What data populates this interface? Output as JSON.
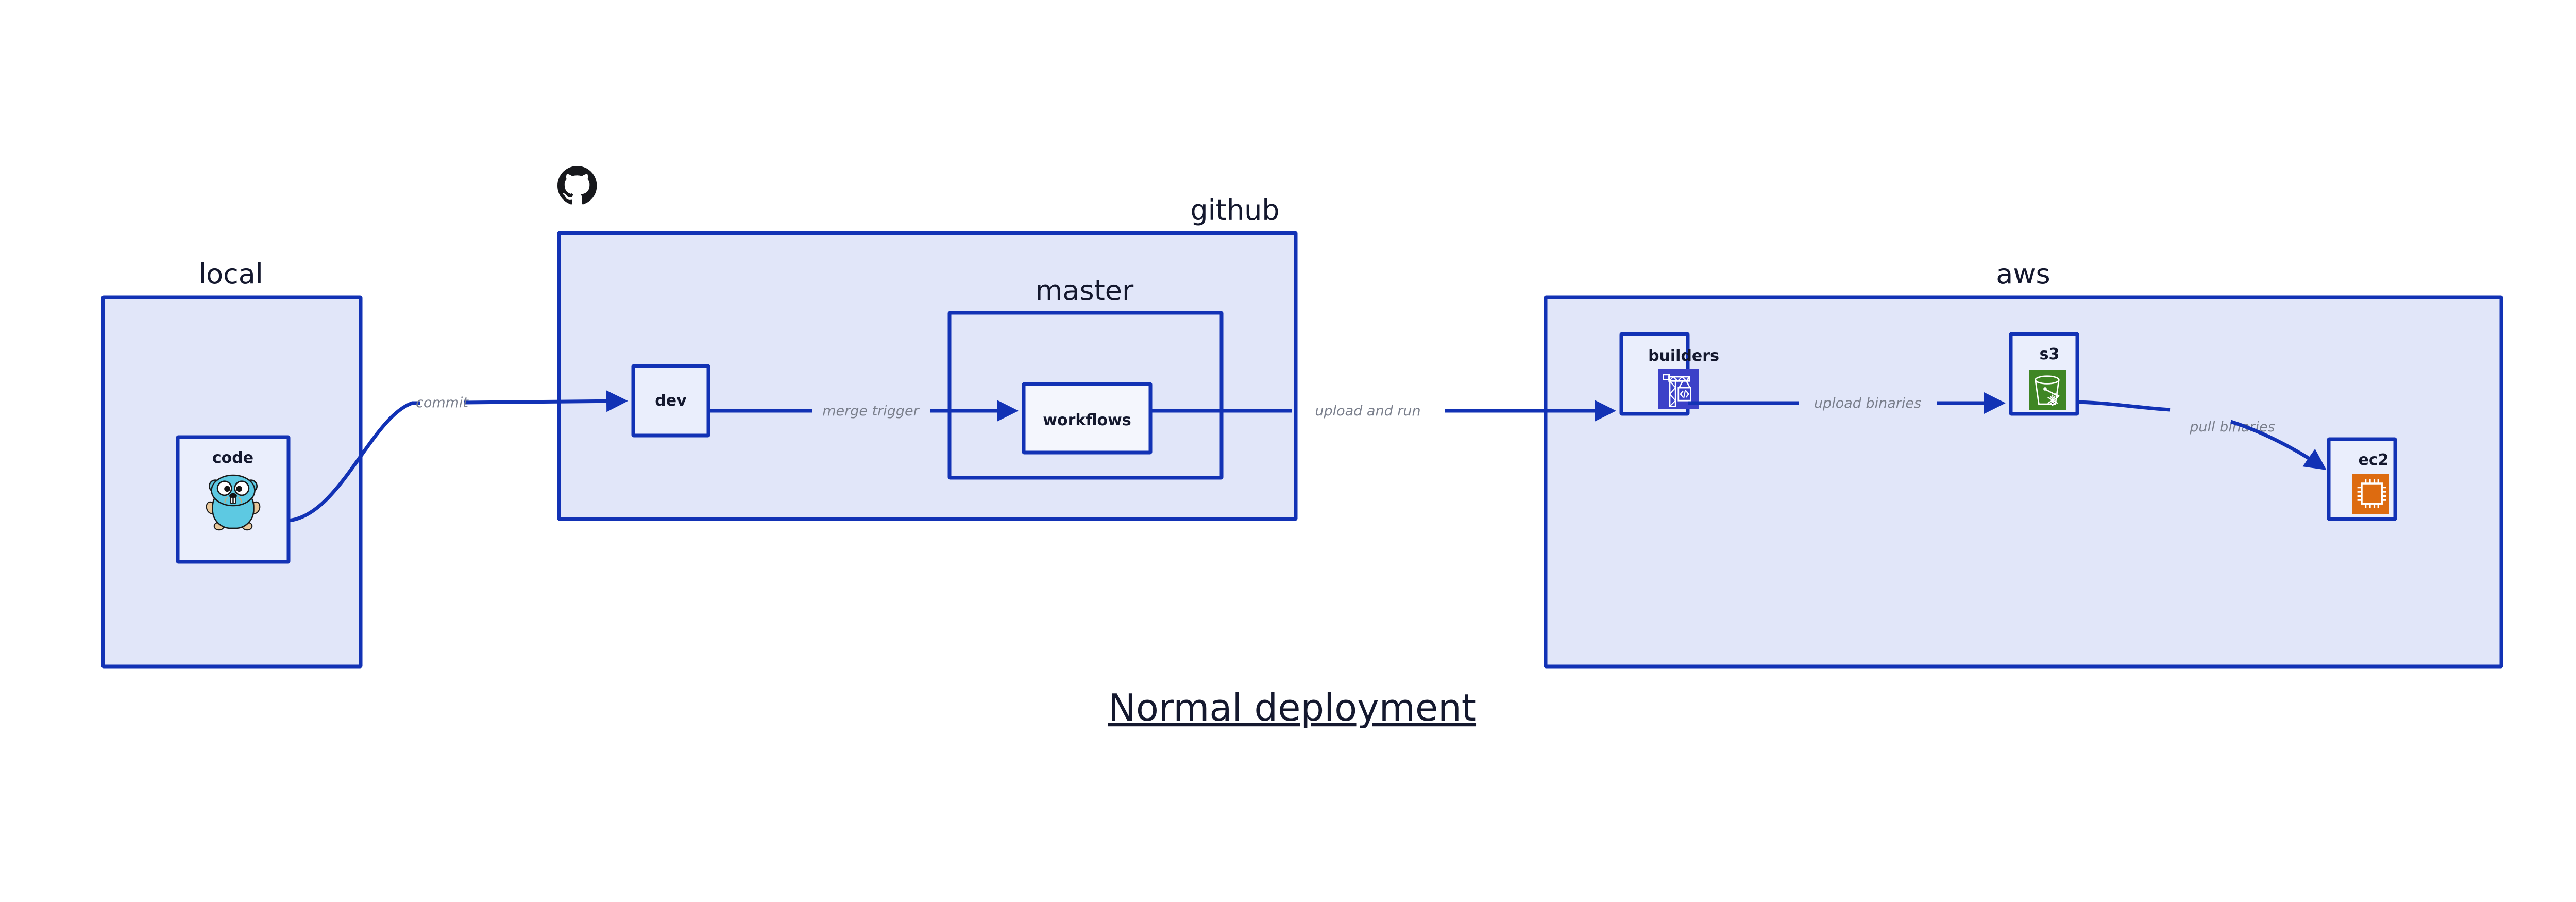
{
  "caption": "Normal deployment",
  "groups": [
    {
      "id": "local",
      "label": "local"
    },
    {
      "id": "github",
      "label": "github"
    },
    {
      "id": "master",
      "label": "master"
    },
    {
      "id": "aws",
      "label": "aws"
    }
  ],
  "nodes": [
    {
      "id": "code",
      "label": "code",
      "icon": "go-gopher-icon"
    },
    {
      "id": "dev",
      "label": "dev",
      "icon": null
    },
    {
      "id": "workflows",
      "label": "workflows",
      "icon": null
    },
    {
      "id": "builders",
      "label": "builders",
      "icon": "aws-codebuild-crane-icon"
    },
    {
      "id": "s3",
      "label": "s3",
      "icon": "aws-s3-bucket-icon"
    },
    {
      "id": "ec2",
      "label": "ec2",
      "icon": "aws-ec2-chip-icon"
    }
  ],
  "edges": [
    {
      "id": "commit",
      "from": "code",
      "to": "dev",
      "label": "commit"
    },
    {
      "id": "merge-trigger",
      "from": "dev",
      "to": "workflows",
      "label": "merge trigger"
    },
    {
      "id": "upload-and-run",
      "from": "workflows",
      "to": "builders",
      "label": "upload and run"
    },
    {
      "id": "upload-binaries",
      "from": "builders",
      "to": "s3",
      "label": "upload binaries"
    },
    {
      "id": "pull-binaries",
      "from": "s3",
      "to": "ec2",
      "label": "pull binaries"
    }
  ],
  "icons": {
    "github_logo": "github-octocat-icon"
  },
  "colors": {
    "group_fill": "#e1e6f9",
    "node_fill": "#eaeefc",
    "node_fill_light": "#f4f6fd",
    "stroke": "#1232b5",
    "text": "#14182e",
    "edge_label": "#7a7f8c",
    "codebuild": "#3c41c8",
    "s3_green": "#3f8624",
    "ec2_orange": "#dd6b10",
    "gopher_cyan": "#5dc9e2"
  }
}
